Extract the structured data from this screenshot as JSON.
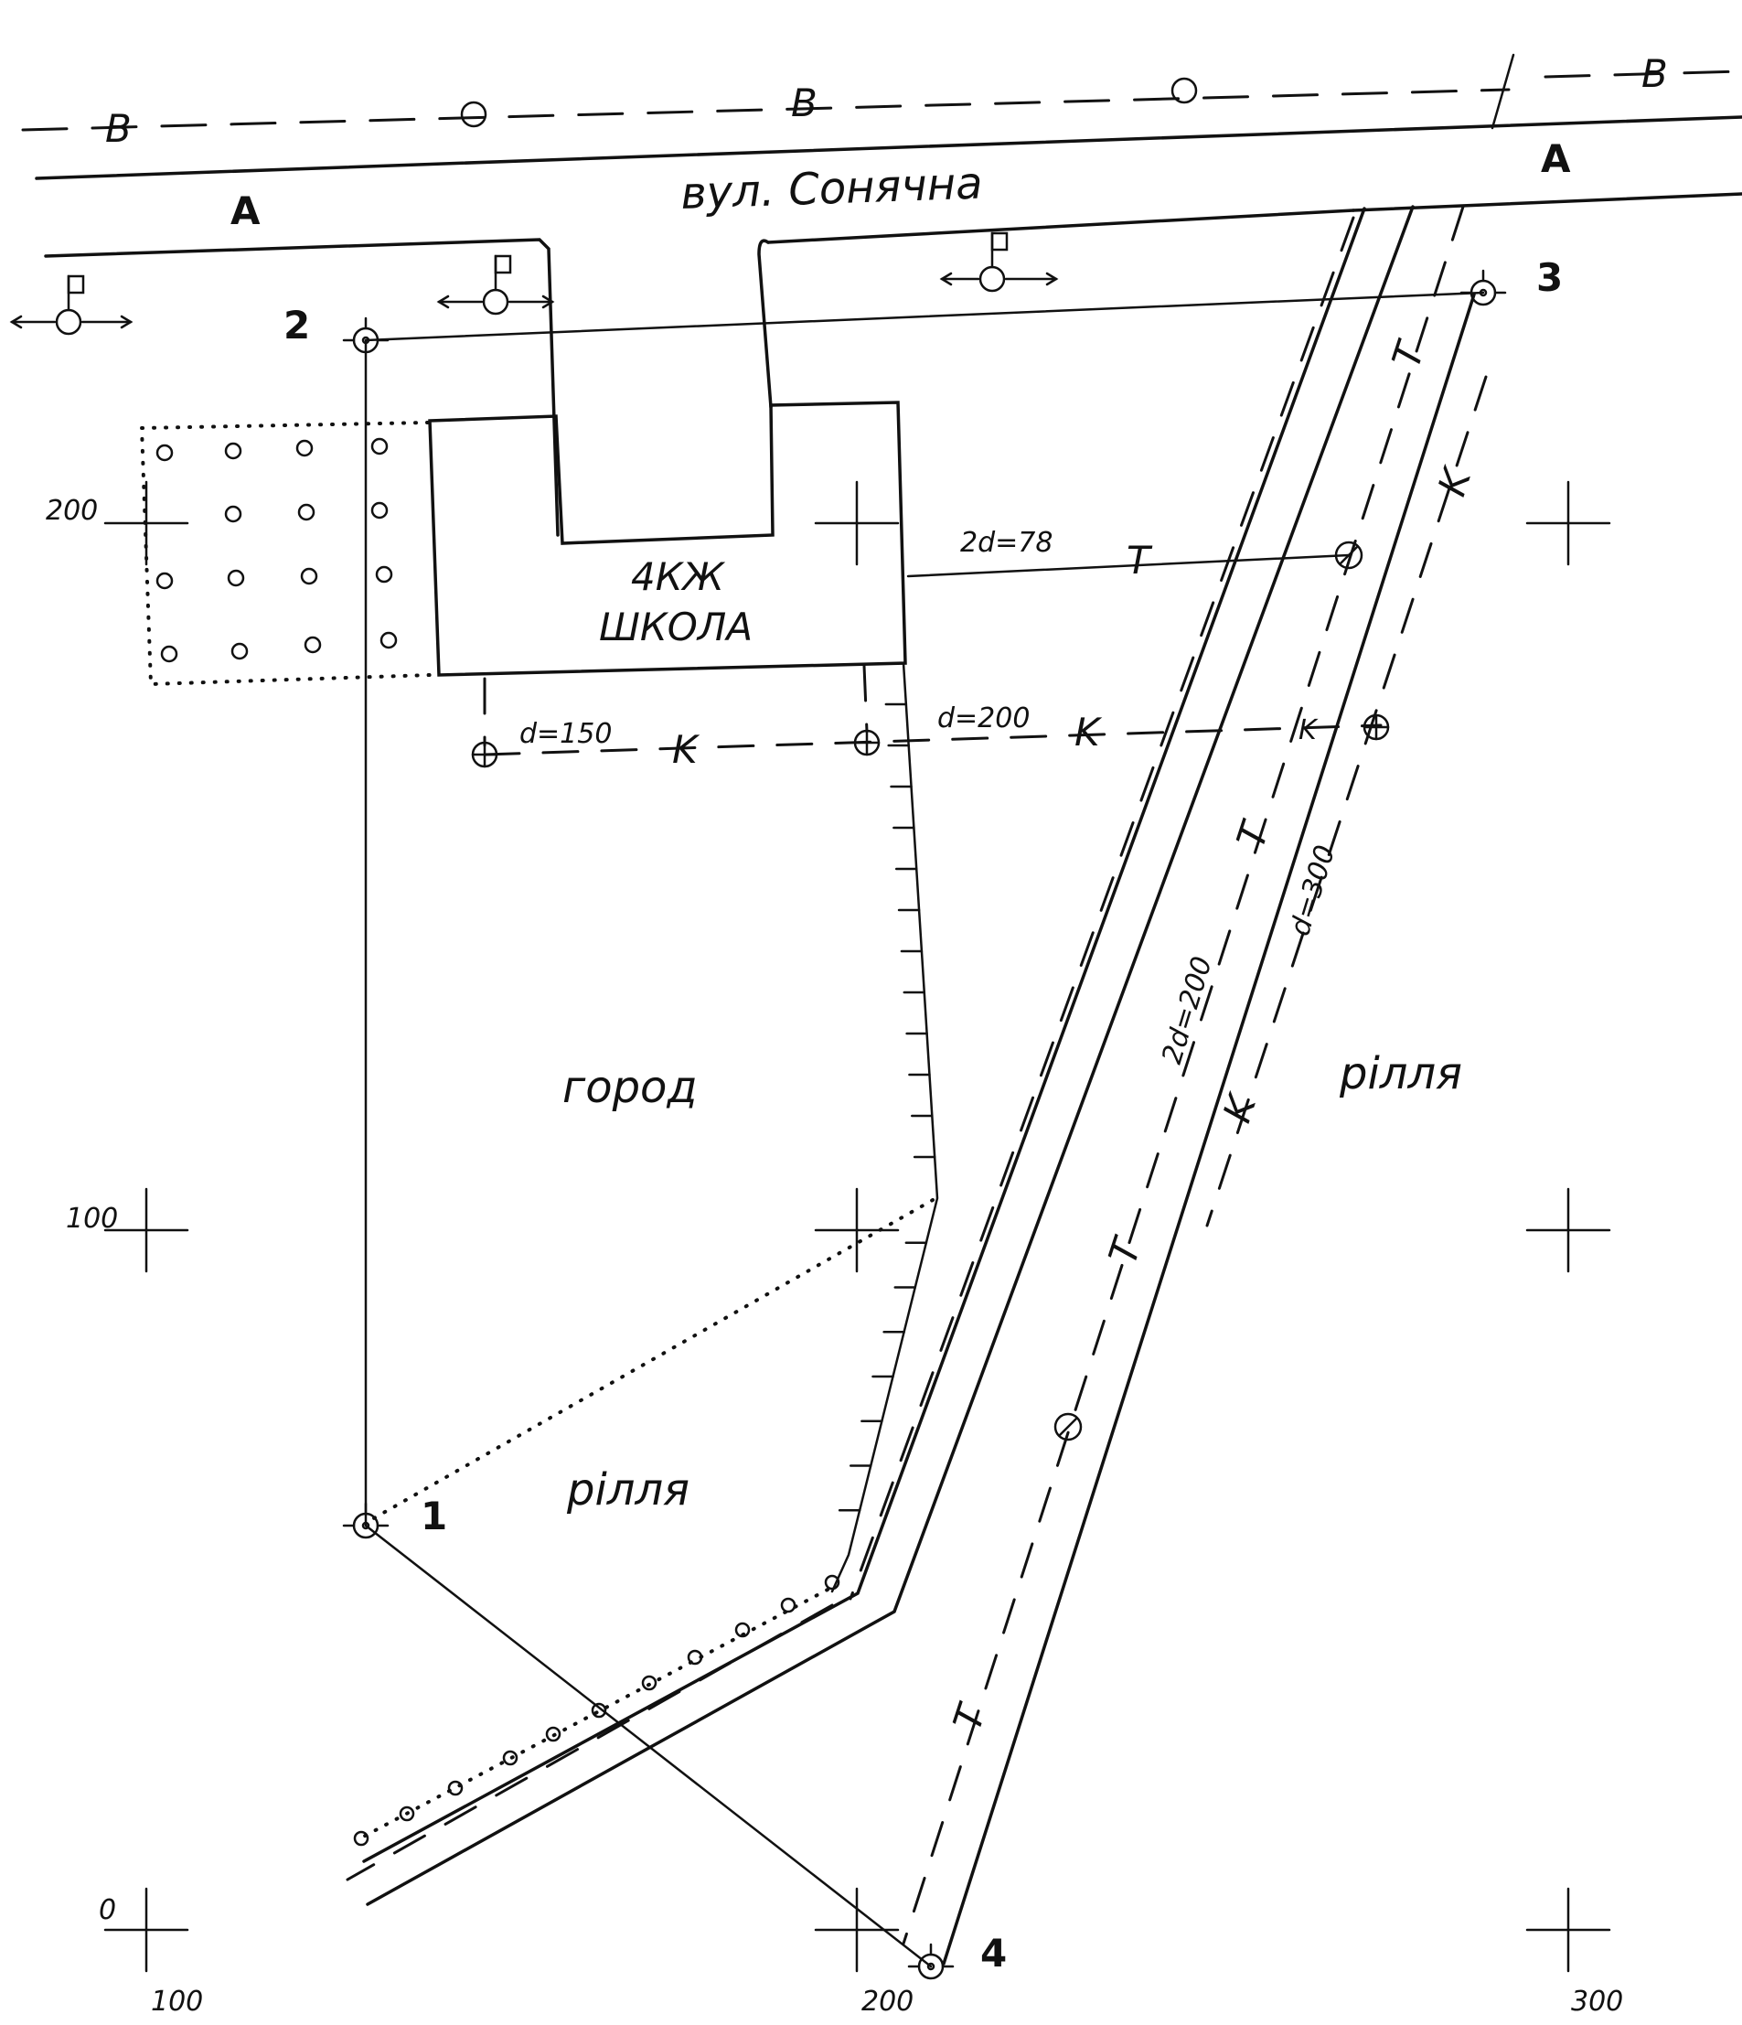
{
  "street": "вул. Сонячна",
  "road_labels": {
    "a_left": "A",
    "a_right": "A"
  },
  "line_labels": {
    "b1": "B",
    "b2": "B",
    "b3": "B",
    "t": "T",
    "k": "K"
  },
  "building": {
    "line1": "4КЖ",
    "line2": "ШКОЛА"
  },
  "areas": {
    "garden": "город",
    "field_left": "рілля",
    "field_right": "рілля"
  },
  "pipe_labels": {
    "d150": "d=150",
    "d200_k": "d=200",
    "2d78": "2d=78",
    "2d200": "2d=200",
    "d300": "d=300"
  },
  "stations": [
    "1",
    "2",
    "3",
    "4"
  ],
  "grid_labels": {
    "y200": "200",
    "y100": "100",
    "y0": "0",
    "x100": "100",
    "x200": "200",
    "x300": "300"
  },
  "icons": [
    "lamp-post-icon",
    "well-icon",
    "survey-station-icon",
    "grid-cross-icon",
    "orchard-tree-icon"
  ]
}
